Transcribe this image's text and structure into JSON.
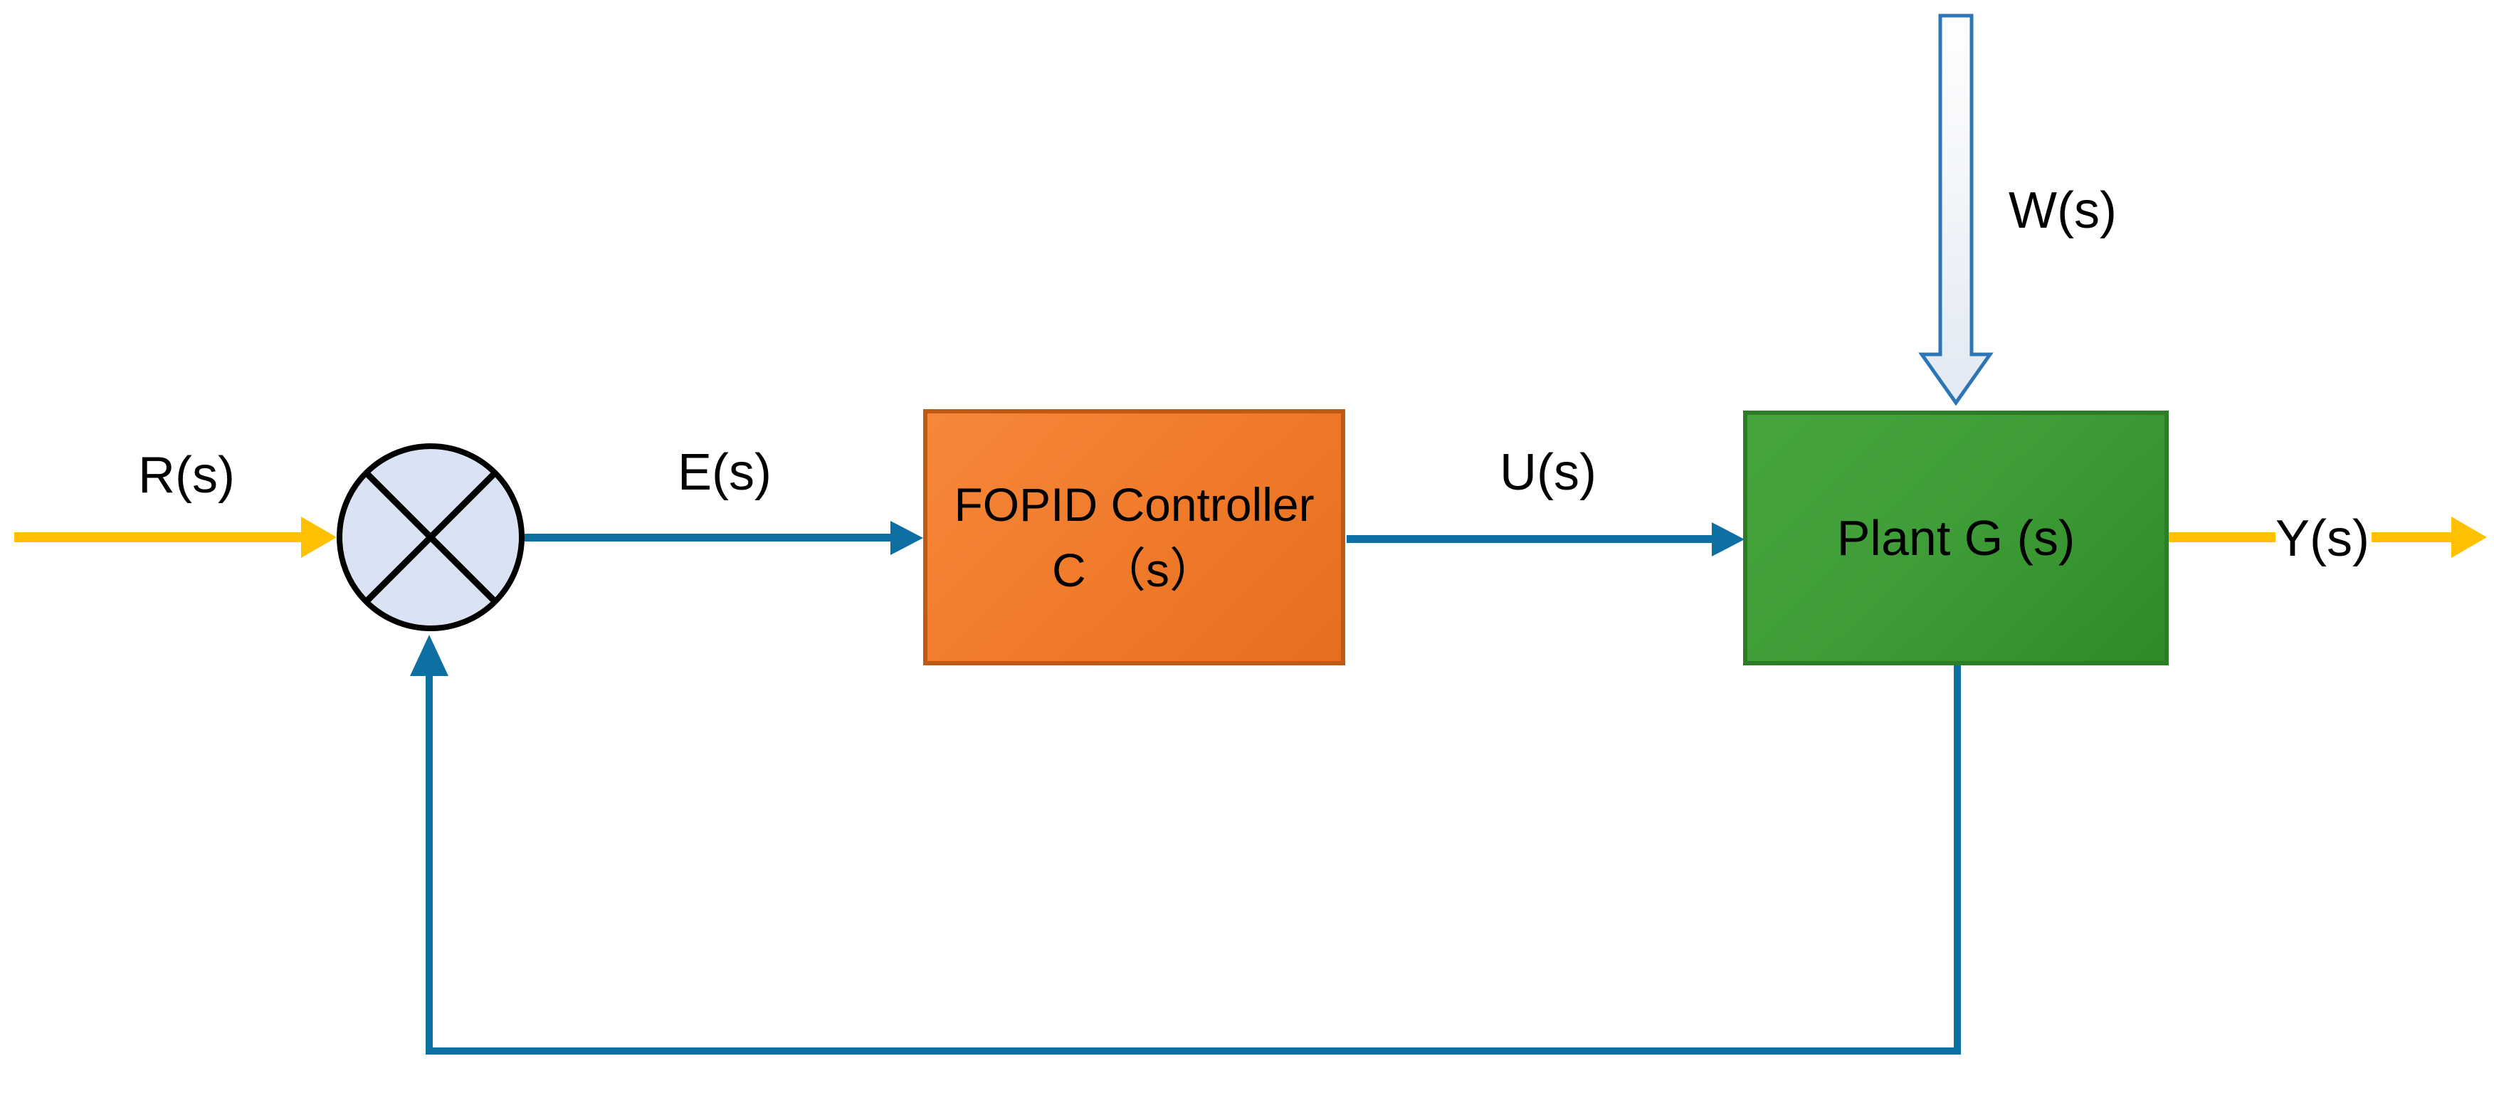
{
  "blocks": {
    "controller": {
      "line1": "FOPID Controller",
      "line2": "C （s）"
    },
    "plant": {
      "label": "Plant G (s)"
    },
    "summing_junction": {
      "operator": "cross",
      "shape": "circle"
    }
  },
  "signals": {
    "reference": "R(s)",
    "error": "E(s)",
    "control": "U(s)",
    "disturbance": "W(s)",
    "output": "Y(s)"
  },
  "colors": {
    "signal_yellow": "#FFC000",
    "signal_blue": "#0E6FA3",
    "controller_fill": "#EF7D2D",
    "controller_border": "#BF5A15",
    "plant_fill": "#3A9A32",
    "plant_border": "#2B7D26",
    "summing_fill": "#DAE3F3",
    "summing_border": "#000000",
    "disturbance_outline": "#2E75B6",
    "disturbance_fill": "#EDF1F8",
    "text": "#000000",
    "background": "#FFFFFF"
  }
}
